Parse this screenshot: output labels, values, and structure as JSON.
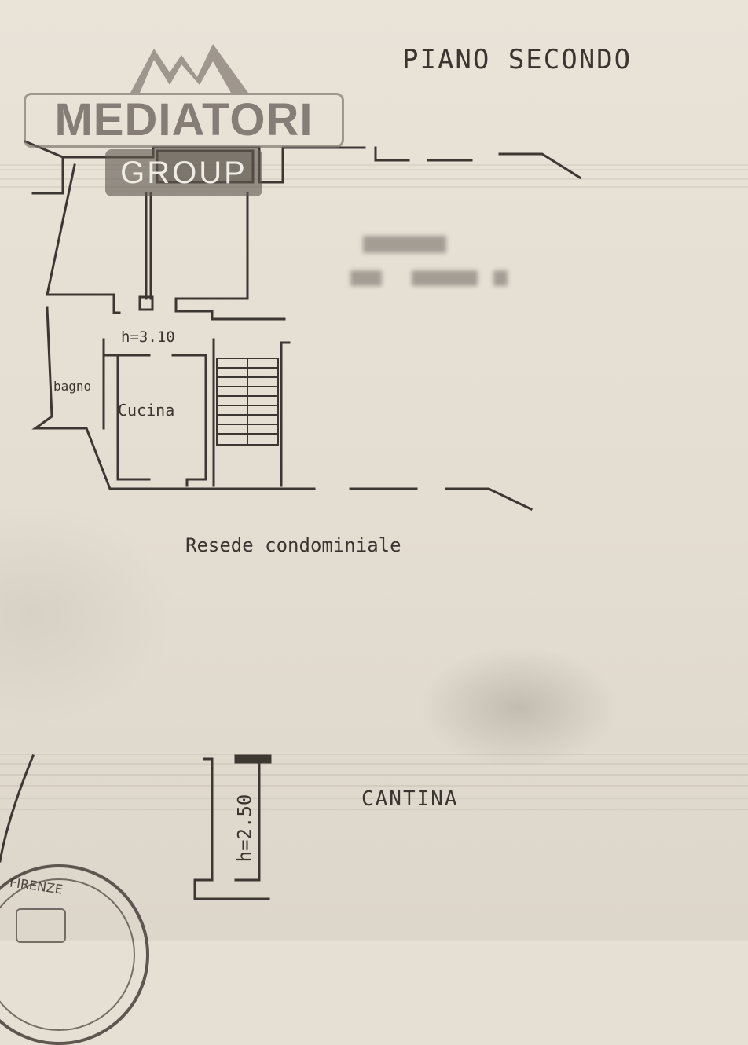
{
  "floor_title": "PIANO SECONDO",
  "rooms": {
    "bagno": "bagno",
    "cucina": "Cucina"
  },
  "ceiling_height_main": "h=3.10",
  "common_area": "Resede condominiale",
  "cellar": {
    "label": "CANTINA",
    "ceiling_height": "h=2.50"
  },
  "watermark": {
    "brand": "MEDIATORI",
    "sub": "GROUP"
  },
  "stamp": {
    "text": "FIRENZE"
  }
}
